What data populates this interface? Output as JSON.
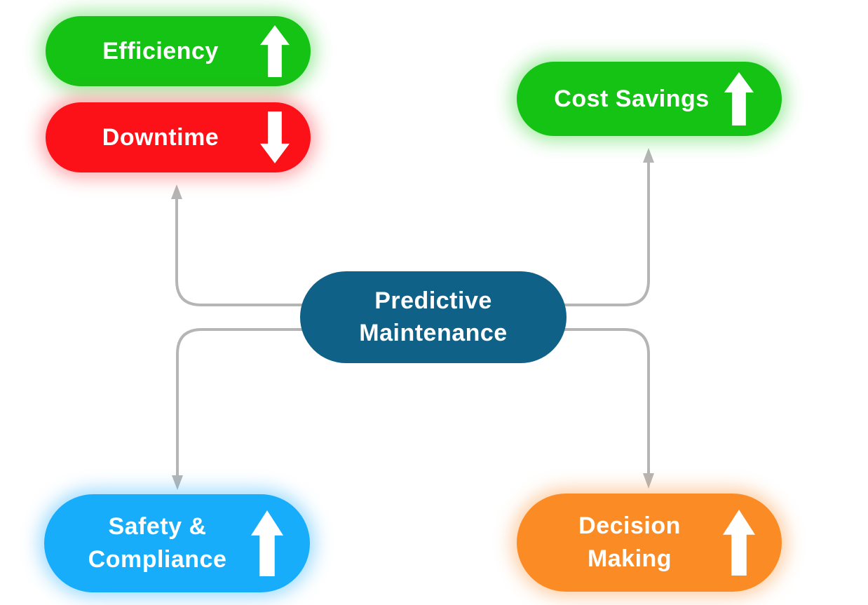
{
  "diagram": {
    "type": "mindmap",
    "background_color": "#ffffff",
    "connector_color": "#b5b5b5",
    "center_node": {
      "id": "predictive-maintenance",
      "label": "Predictive\nMaintenance",
      "color": "#0f6188",
      "text_color": "#ffffff"
    },
    "nodes": [
      {
        "id": "efficiency",
        "label": "Efficiency",
        "trend": "up",
        "color": "#15c315",
        "glow": "rgba(40,210,40,0.45)",
        "text_color": "#ffffff"
      },
      {
        "id": "downtime",
        "label": "Downtime",
        "trend": "down",
        "color": "#fb1117",
        "glow": "rgba(252,30,40,0.40)",
        "text_color": "#ffffff"
      },
      {
        "id": "cost-savings",
        "label": "Cost Savings",
        "trend": "up",
        "color": "#15c315",
        "glow": "rgba(40,210,40,0.45)",
        "text_color": "#ffffff"
      },
      {
        "id": "safety-compliance",
        "label": "Safety &\nCompliance",
        "trend": "up",
        "color": "#18adfb",
        "glow": "rgba(40,175,250,0.45)",
        "text_color": "#ffffff"
      },
      {
        "id": "decision-making",
        "label": "Decision\nMaking",
        "trend": "up",
        "color": "#fb8c25",
        "glow": "rgba(250,145,50,0.45)",
        "text_color": "#ffffff"
      }
    ]
  }
}
